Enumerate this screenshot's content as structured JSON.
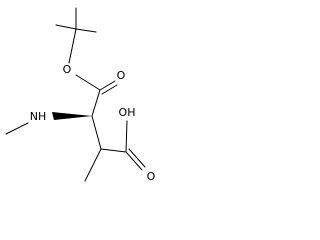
{
  "molecule": {
    "labels": {
      "ester_oxygen": "O",
      "carbonyl_oxygen_ester": "O",
      "amine": "NH",
      "hydroxyl": "OH",
      "carbonyl_oxygen_acid": "O"
    }
  }
}
